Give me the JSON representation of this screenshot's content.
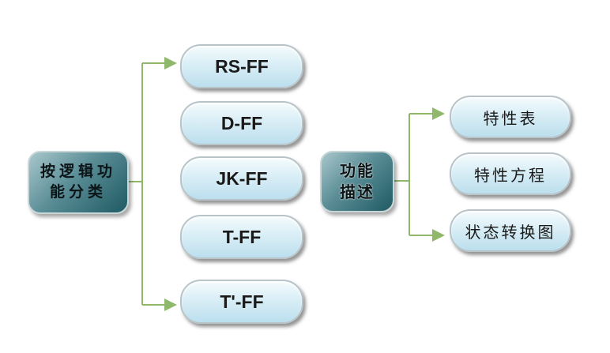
{
  "left_group": {
    "root_lines": [
      "按逻辑功",
      "能分类"
    ],
    "items": [
      "RS-FF",
      "D-FF",
      "JK-FF",
      "T-FF",
      "T'-FF"
    ]
  },
  "right_group": {
    "root_lines": [
      "功能",
      "描述"
    ],
    "items": [
      "特性表",
      "特性方程",
      "状态转换图"
    ]
  },
  "colors": {
    "connector": "#8fb86a",
    "root_dark": "#1f5a63",
    "pill_fill": "#d9eef6"
  }
}
